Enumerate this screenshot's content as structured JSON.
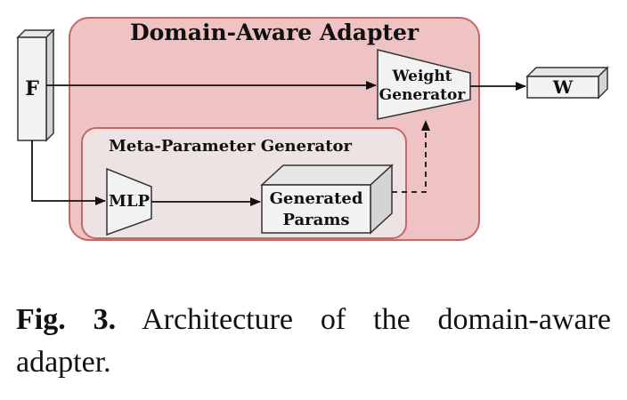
{
  "diagram": {
    "adapter_title": "Domain-Aware Adapter",
    "meta_title": "Meta-Parameter Generator",
    "input_label": "F",
    "mlp_label": "MLP",
    "generated_line1": "Generated",
    "generated_line2": "Params",
    "weight_line1": "Weight",
    "weight_line2": "Generator",
    "output_label": "W"
  },
  "caption": {
    "label": "Fig. 3.",
    "text": "Architecture of the domain-aware adapter."
  },
  "colors": {
    "adapter_fill": "#efc3c3",
    "adapter_stroke": "#c26a6a",
    "meta_fill": "#ede3e3",
    "meta_stroke": "#c26a6a",
    "block_fill": "#f2f2f2",
    "block_side": "#d4d4d4",
    "block_top": "#e6e6e6"
  }
}
